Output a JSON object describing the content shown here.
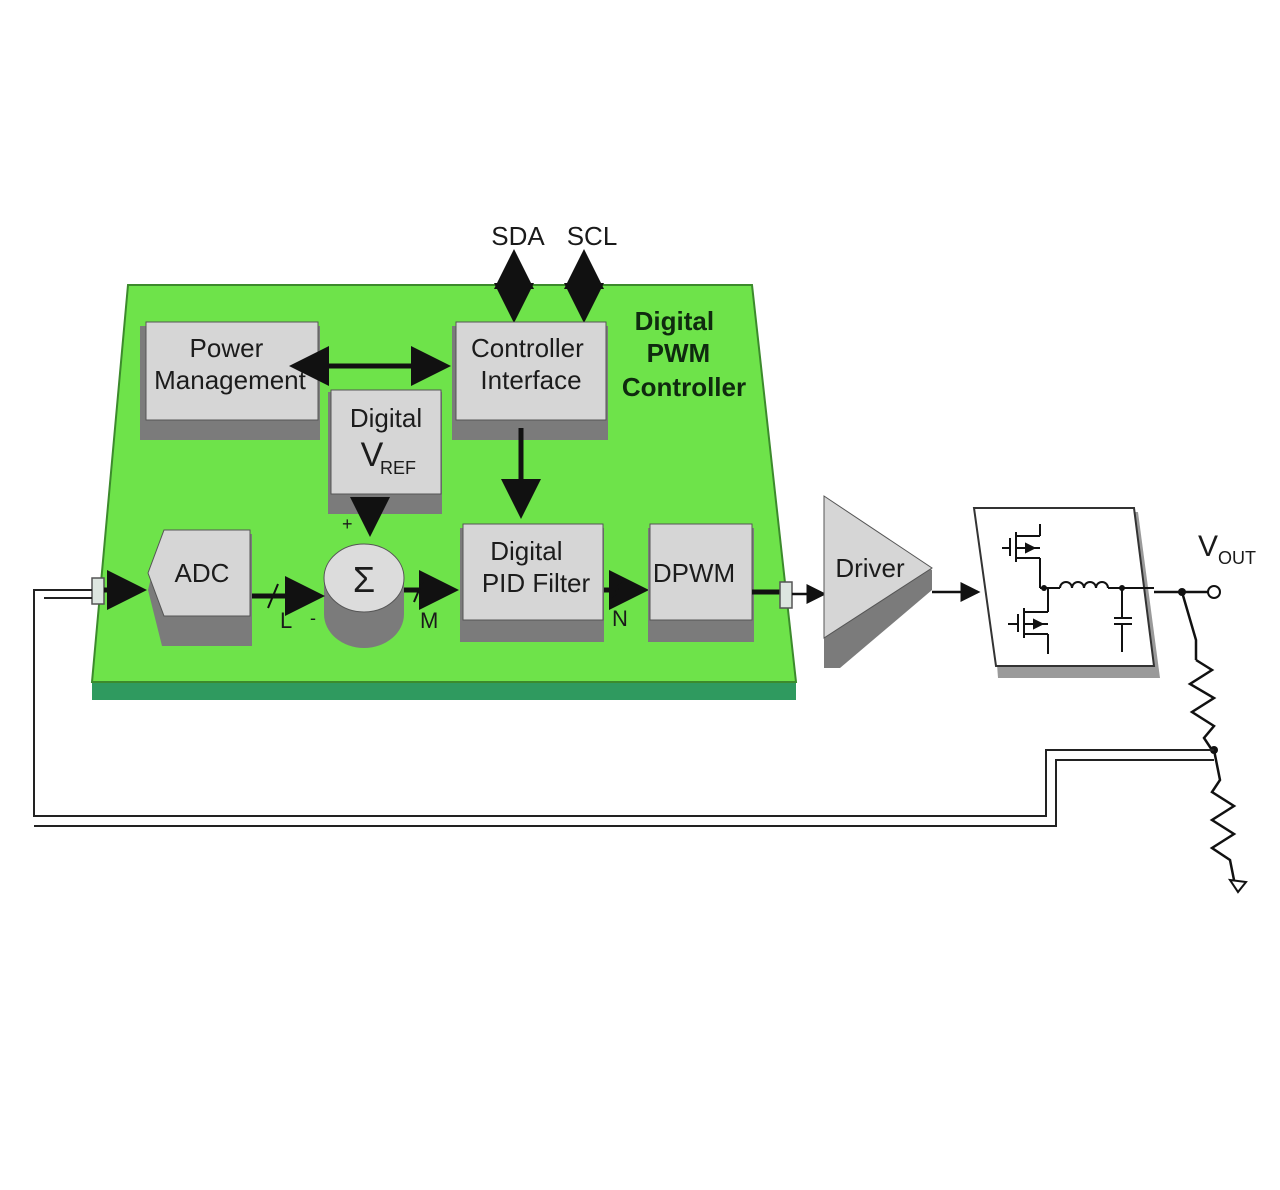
{
  "board": {
    "title_lines": [
      "Digital",
      "PWM",
      "Controller"
    ],
    "color": "#6ee34a"
  },
  "pins": {
    "sda": "SDA",
    "scl": "SCL"
  },
  "blocks": {
    "power_management": [
      "Power",
      "Management"
    ],
    "controller_interface": [
      "Controller",
      "Interface"
    ],
    "digital_vref": {
      "line1": "Digital",
      "main": "V",
      "sub": "REF"
    },
    "adc": "ADC",
    "summer": "Σ",
    "pid_filter": [
      "Digital",
      "PID Filter"
    ],
    "dpwm": "DPWM",
    "driver": "Driver"
  },
  "bus_labels": {
    "l": "L",
    "m": "M",
    "n": "N"
  },
  "signs": {
    "plus": "+",
    "minus": "-"
  },
  "output": {
    "main": "V",
    "sub": "OUT"
  }
}
